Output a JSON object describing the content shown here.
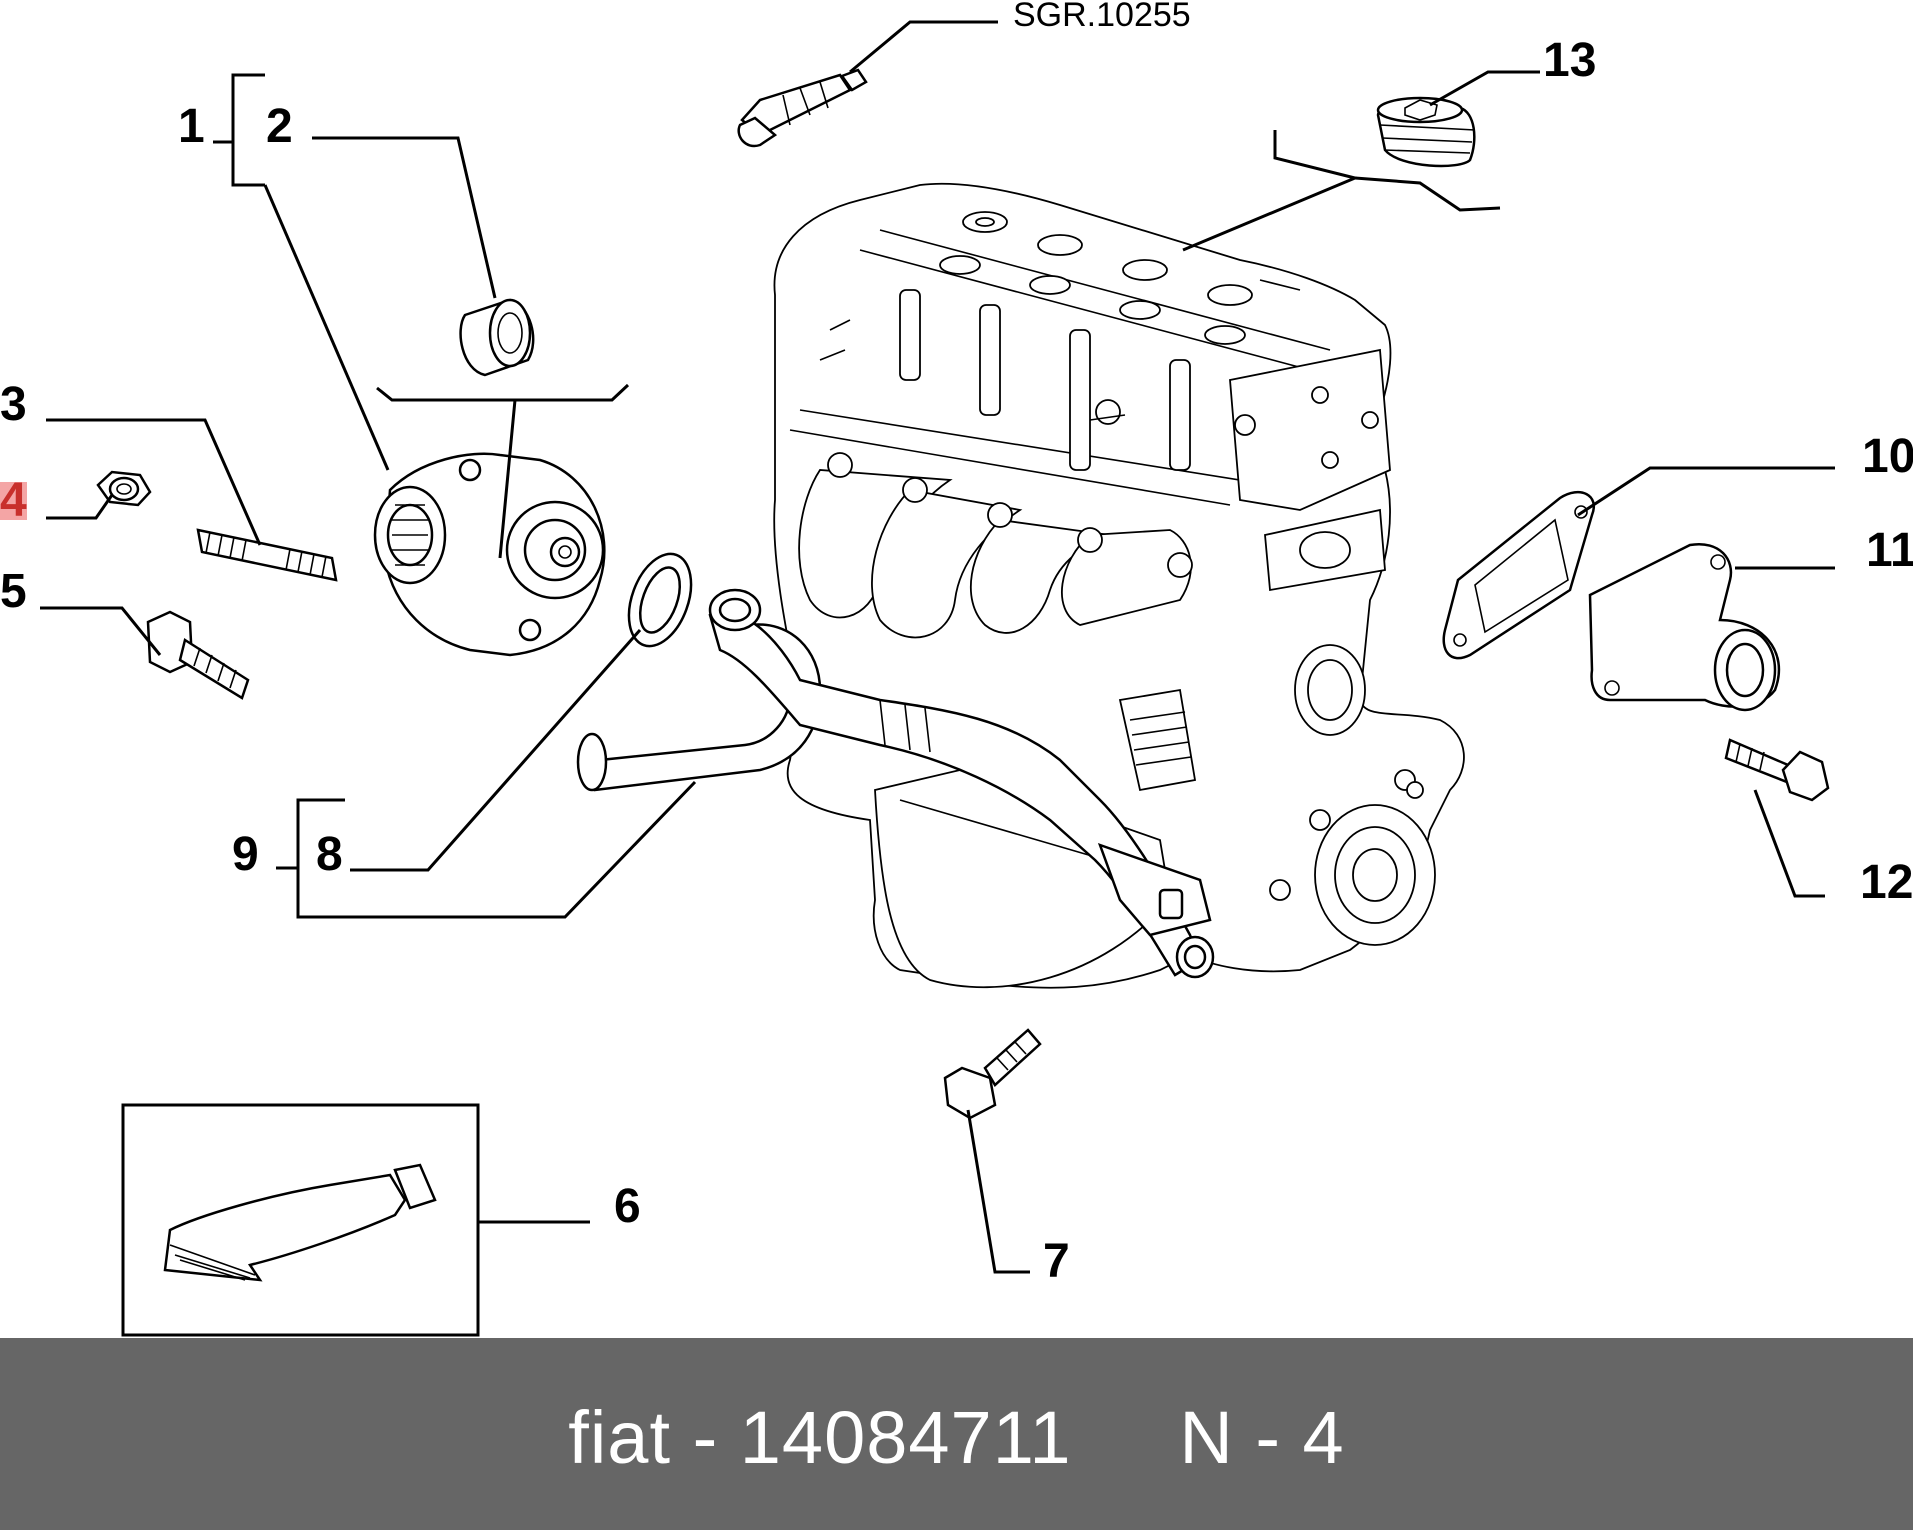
{
  "diagram": {
    "callouts": [
      {
        "id": "1",
        "label": "1"
      },
      {
        "id": "2",
        "label": "2"
      },
      {
        "id": "3",
        "label": "3"
      },
      {
        "id": "4",
        "label": "4",
        "highlighted": true
      },
      {
        "id": "5",
        "label": "5"
      },
      {
        "id": "6",
        "label": "6"
      },
      {
        "id": "7",
        "label": "7"
      },
      {
        "id": "8",
        "label": "8"
      },
      {
        "id": "9",
        "label": "9"
      },
      {
        "id": "10",
        "label": "10"
      },
      {
        "id": "11",
        "label": "11"
      },
      {
        "id": "12",
        "label": "12"
      },
      {
        "id": "13",
        "label": "13"
      }
    ],
    "reference_label": "SGR.10255",
    "highlight_color": "#f4a5a5"
  },
  "footer": {
    "text": "fiat - 14084711     N - 4",
    "background": "#666666",
    "color": "#ffffff"
  }
}
